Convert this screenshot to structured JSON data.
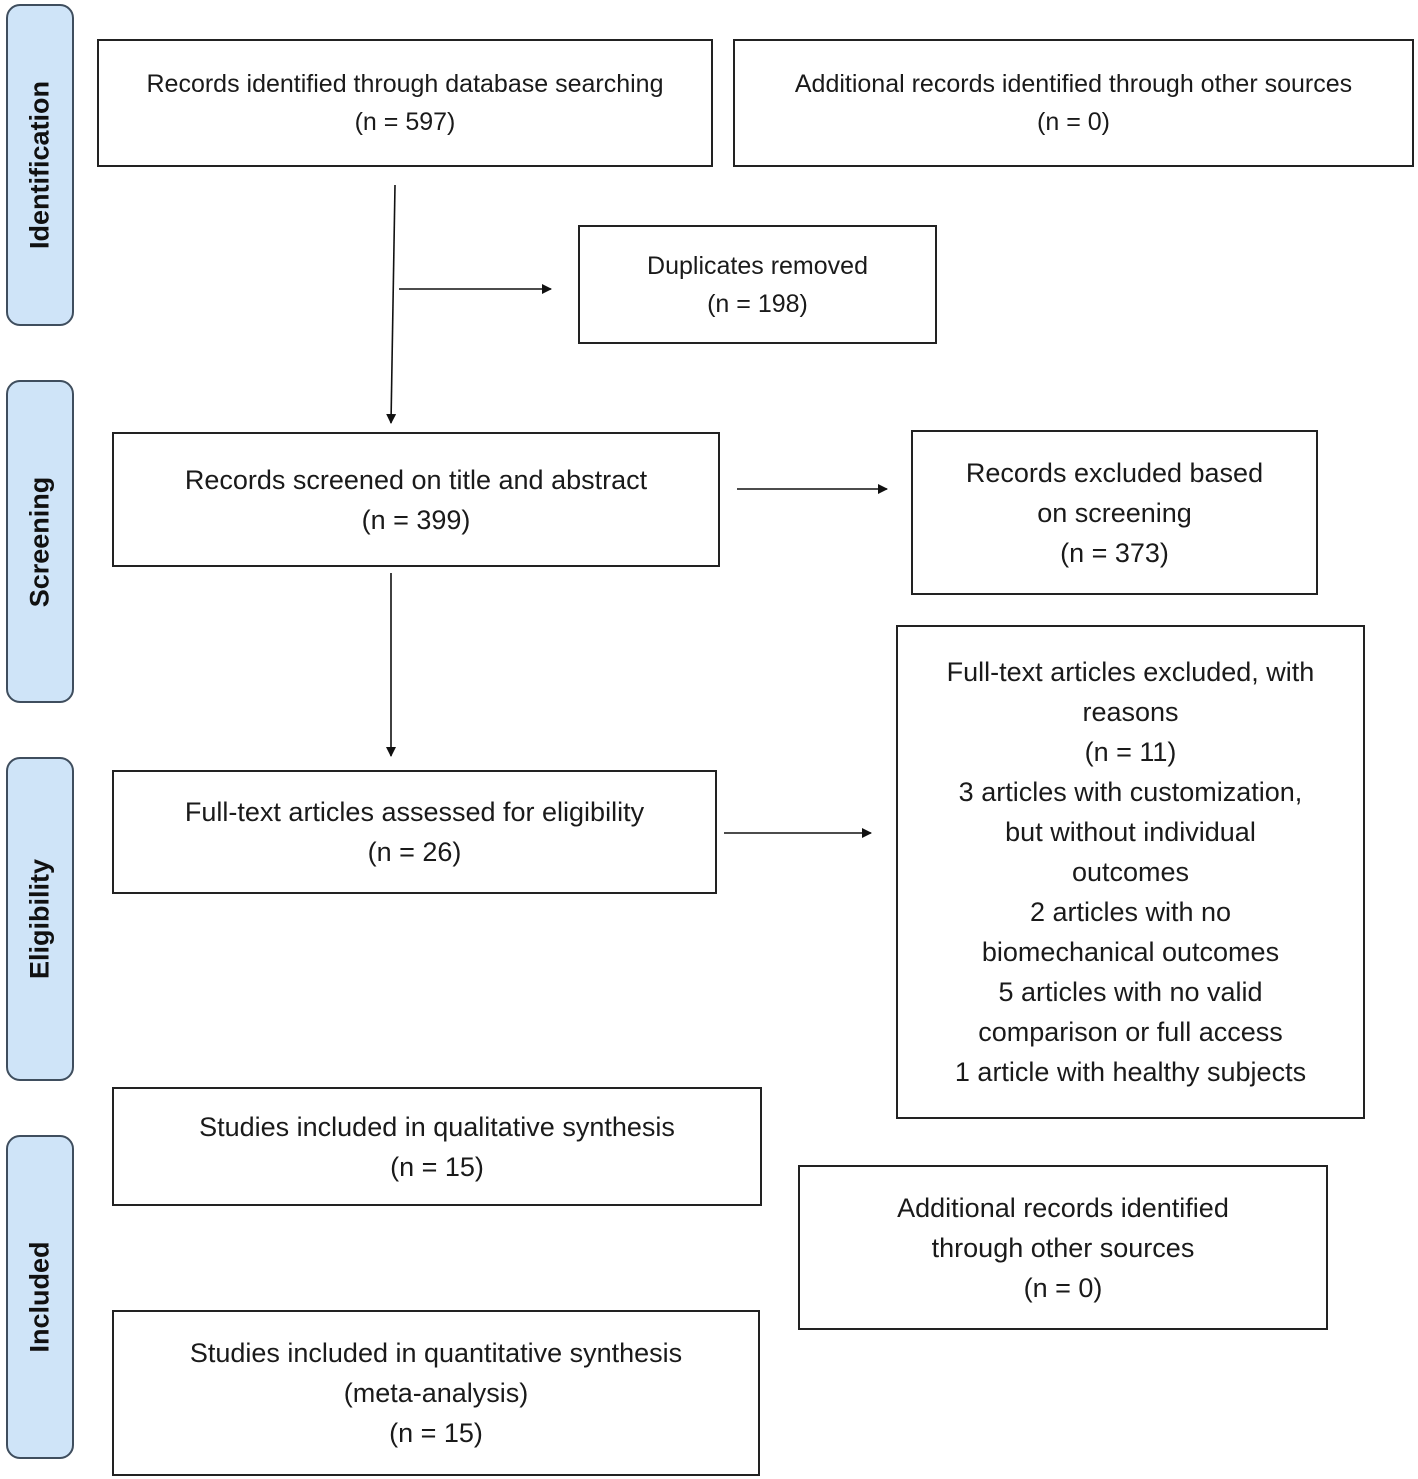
{
  "stages": [
    {
      "id": "identification",
      "label": "Identification"
    },
    {
      "id": "screening",
      "label": "Screening"
    },
    {
      "id": "eligibility",
      "label": "Eligibility"
    },
    {
      "id": "included",
      "label": "Included"
    }
  ],
  "boxes": {
    "db_search": {
      "lines": [
        "Records identified through database searching",
        "(n = 597)"
      ]
    },
    "other_sources_top": {
      "lines": [
        "Additional records identified through other sources",
        "(n = 0)"
      ]
    },
    "duplicates": {
      "lines": [
        "Duplicates removed",
        "(n = 198)"
      ]
    },
    "screened": {
      "lines": [
        "Records screened on title and abstract",
        "(n = 399)"
      ]
    },
    "excluded_screening": {
      "lines": [
        "Records excluded based",
        "on screening",
        "(n = 373)"
      ]
    },
    "fulltext": {
      "lines": [
        "Full-text articles assessed for eligibility",
        "(n = 26)"
      ]
    },
    "fulltext_excluded": {
      "lines": [
        "Full-text articles excluded, with",
        "reasons",
        "(n = 11)",
        "3 articles with customization,",
        "but without individual",
        "outcomes",
        "2 articles with no",
        "biomechanical outcomes",
        "5 articles with no valid",
        "comparison or full access",
        "1 article with healthy subjects"
      ]
    },
    "qualitative": {
      "lines": [
        "Studies included in qualitative synthesis",
        "(n = 15)"
      ]
    },
    "other_sources_bottom": {
      "lines": [
        "Additional records identified",
        "through other sources",
        "(n = 0)"
      ]
    },
    "quantitative": {
      "lines": [
        "Studies included in quantitative synthesis",
        "(meta-analysis)",
        "(n = 15)"
      ]
    }
  }
}
